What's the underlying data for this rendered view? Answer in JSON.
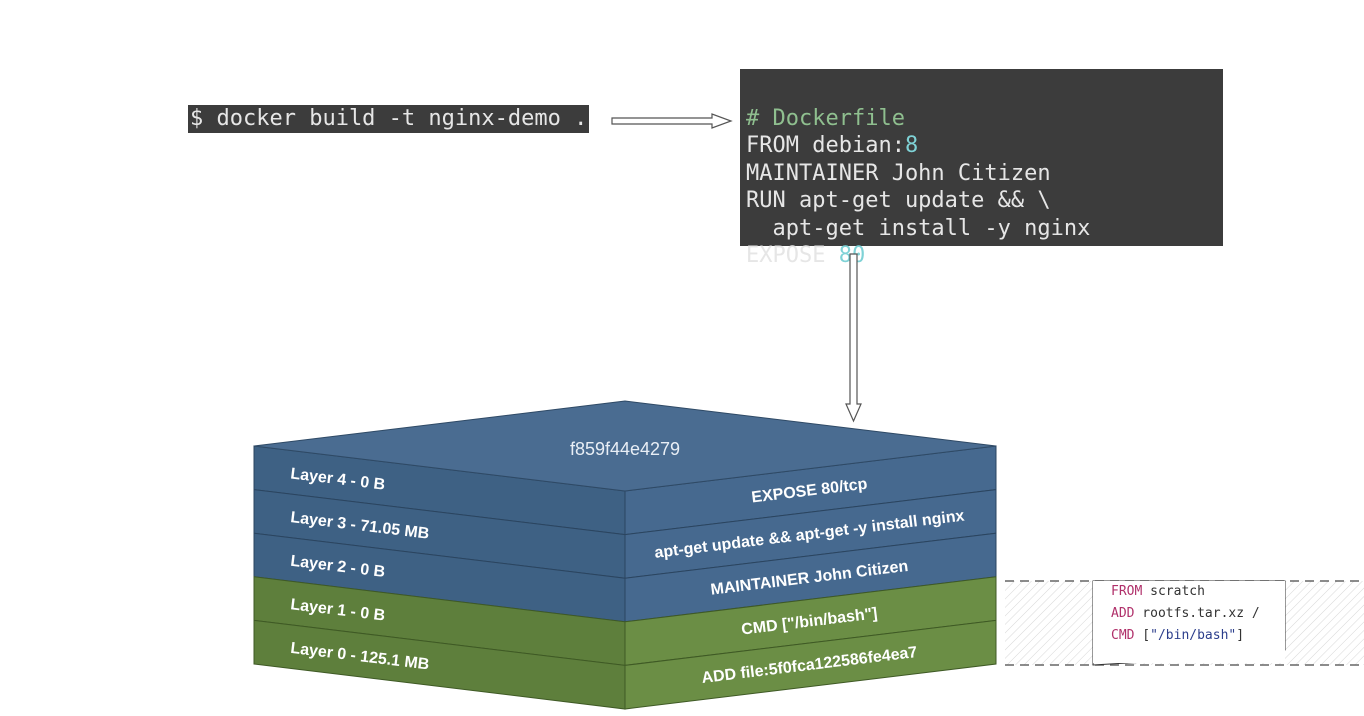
{
  "command": "$ docker build -t nginx-demo .",
  "dockerfile": {
    "comment": "# Dockerfile",
    "from_kw": "FROM debian:",
    "from_num": "8",
    "maintainer": "MAINTAINER John Citizen",
    "run1": "RUN apt-get update && \\",
    "run2": "  apt-get install -y nginx",
    "expose_kw": "EXPOSE ",
    "expose_num": "80"
  },
  "image_id": "f859f44e4279",
  "layers": [
    {
      "left": "Layer 4 - 0 B",
      "right": "EXPOSE 80/tcp"
    },
    {
      "left": "Layer 3 - 71.05 MB",
      "right": "apt-get update && apt-get -y install nginx"
    },
    {
      "left": "Layer 2 - 0 B",
      "right": "MAINTAINER John Citizen"
    },
    {
      "left": "Layer 1 - 0 B",
      "right": "CMD [\"/bin/bash\"]"
    },
    {
      "left": "Layer 0 - 125.1 MB",
      "right": "ADD file:5f0fca122586fe4ea7"
    }
  ],
  "scratch": {
    "l1_kw": "FROM",
    "l1_rest": " scratch",
    "l2_kw": "ADD",
    "l2_rest": " rootfs.tar.xz /",
    "l3_kw": "CMD",
    "l3_rest": " [",
    "l3_str": "\"/bin/bash\"",
    "l3_end": "]"
  },
  "colors": {
    "blue": "#3e6184",
    "green": "#5e7f3c",
    "terminal": "#3c3c3c"
  }
}
